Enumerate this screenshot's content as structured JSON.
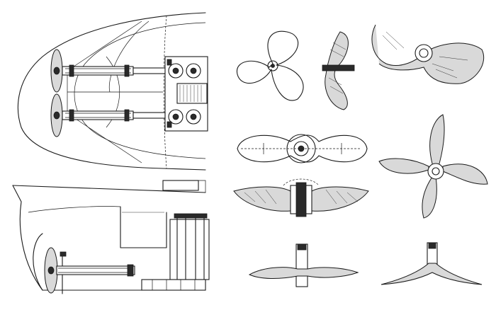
{
  "plate": {
    "ink_color": "#1a1a1a",
    "paper_color": "#ffffff",
    "figures": [
      {
        "id": "twin-screw-plan",
        "icon": "twin-screw-plan-view"
      },
      {
        "id": "single-screw-elevation",
        "icon": "single-screw-side-elevation"
      },
      {
        "id": "three-blade-outline",
        "icon": "three-blade-propeller-outline"
      },
      {
        "id": "two-blade-side",
        "icon": "two-blade-propeller-side"
      },
      {
        "id": "single-blade-perspective",
        "icon": "propeller-blade-perspective"
      },
      {
        "id": "two-blade-plan",
        "icon": "two-blade-propeller-plan"
      },
      {
        "id": "two-blade-section",
        "icon": "two-blade-propeller-section"
      },
      {
        "id": "four-blade",
        "icon": "four-blade-propeller"
      },
      {
        "id": "blade-on-shaft-left",
        "icon": "propeller-on-shaft"
      },
      {
        "id": "blade-on-shaft-right",
        "icon": "propeller-on-shaft-curved"
      }
    ]
  }
}
